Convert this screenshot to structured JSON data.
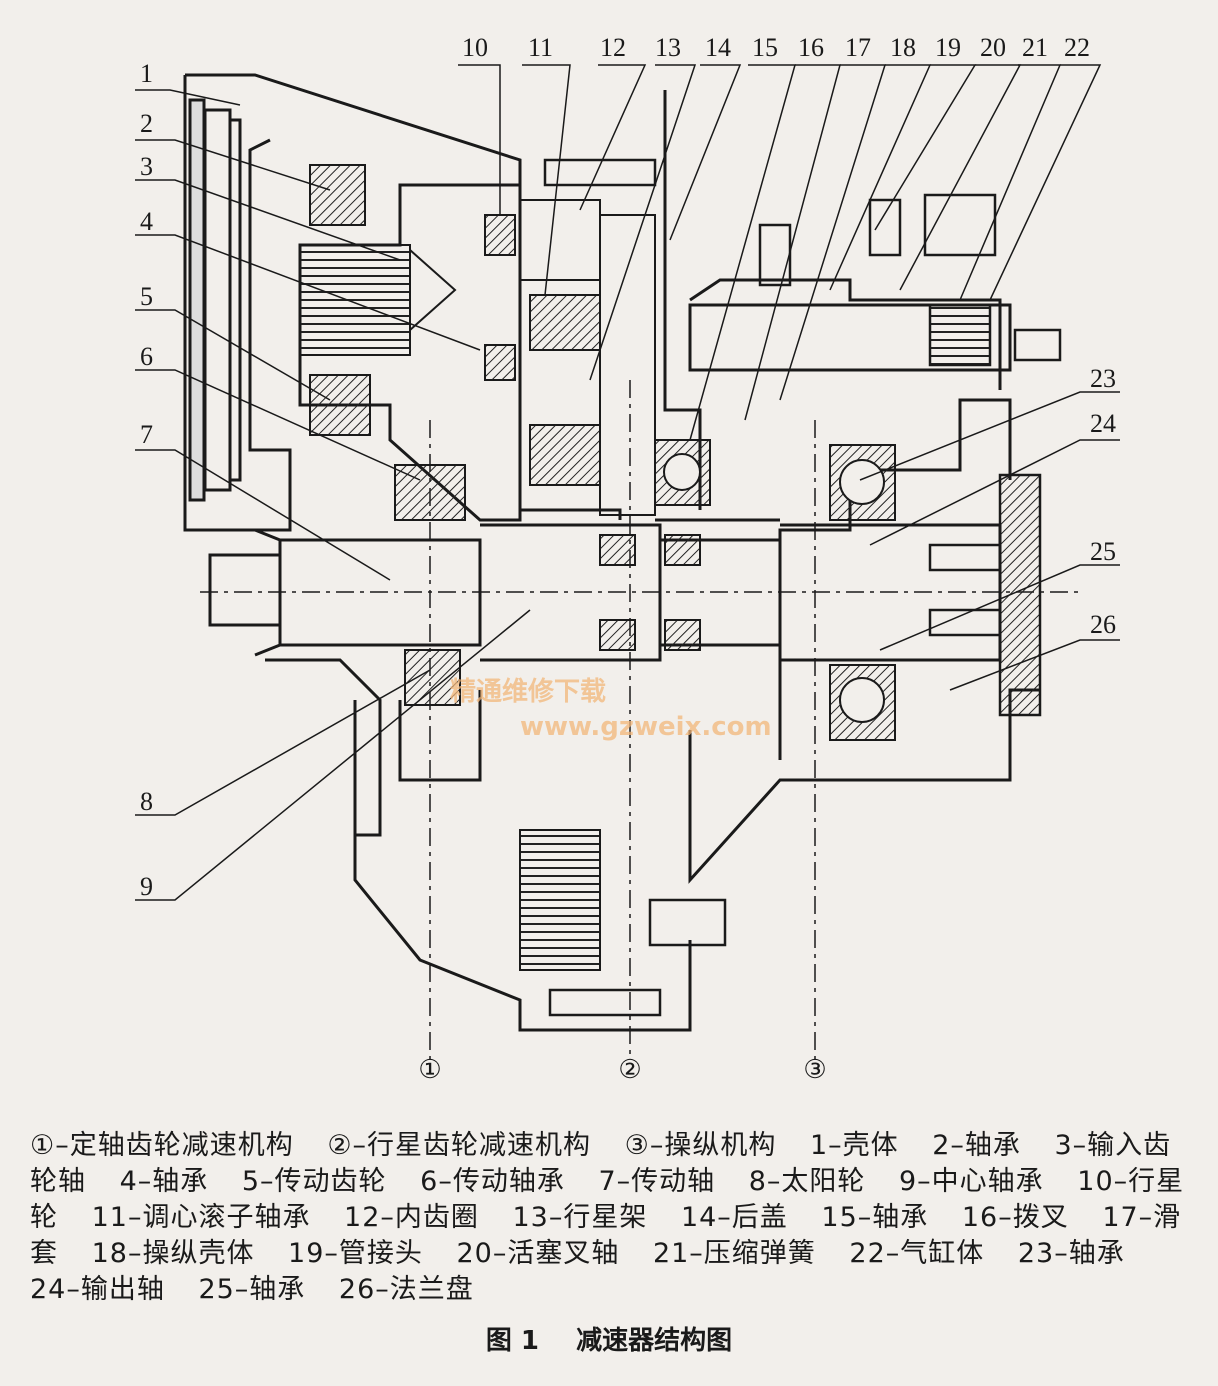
{
  "diagram": {
    "part_numbers_top": [
      "10",
      "11",
      "12",
      "13",
      "14",
      "15",
      "16",
      "17",
      "18",
      "19",
      "20",
      "21",
      "22"
    ],
    "part_numbers_left": [
      "1",
      "2",
      "3",
      "4",
      "5",
      "6",
      "7",
      "8",
      "9"
    ],
    "part_numbers_right": [
      "23",
      "24",
      "25",
      "26"
    ],
    "mechanism_markers": [
      "①",
      "②",
      "③"
    ],
    "watermark": {
      "text": "精通维修下载",
      "url": "www.gzweix.com"
    }
  },
  "legend": {
    "items": [
      "①–定轴齿轮减速机构",
      "②–行星齿轮减速机构",
      "③–操纵机构",
      "1–壳体",
      "2–轴承",
      "3–输入齿轮轴",
      "4–轴承",
      "5–传动齿轮",
      "6–传动轴承",
      "7–传动轴",
      "8–太阳轮",
      "9–中心轴承",
      "10–行星轮",
      "11–调心滚子轴承",
      "12–内齿圈",
      "13–行星架",
      "14–后盖",
      "15–轴承",
      "16–拨叉",
      "17–滑套",
      "18–操纵壳体",
      "19–管接头",
      "20–活塞叉轴",
      "21–压缩弹簧",
      "22–气缸体",
      "23–轴承",
      "24–输出轴",
      "25–轴承",
      "26–法兰盘"
    ]
  },
  "caption": {
    "figure_no": "图 1",
    "title": "减速器结构图"
  }
}
